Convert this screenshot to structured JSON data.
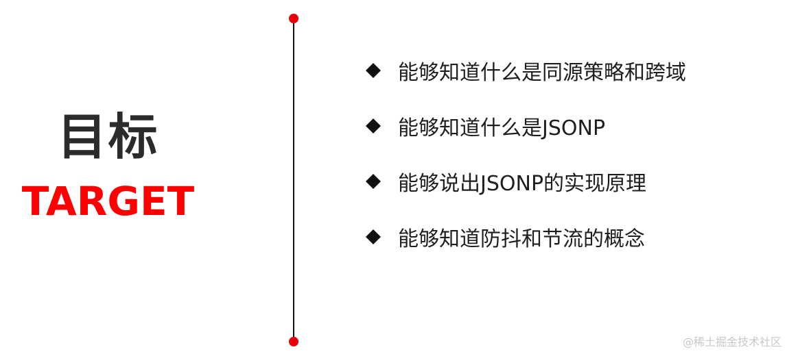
{
  "title": {
    "cn": "目标",
    "en": "TARGET",
    "en_color": "#ff0000"
  },
  "divider": {
    "dot_color": "#e8000b",
    "line_color": "#111111"
  },
  "goals": [
    {
      "bullet_icon": "diamond-icon",
      "text": "能够知道什么是同源策略和跨域"
    },
    {
      "bullet_icon": "diamond-icon",
      "text": "能够知道什么是JSONP"
    },
    {
      "bullet_icon": "diamond-icon",
      "text": "能够说出JSONP的实现原理"
    },
    {
      "bullet_icon": "diamond-icon",
      "text": "能够知道防抖和节流的概念"
    }
  ],
  "watermark": "@稀土掘金技术社区"
}
